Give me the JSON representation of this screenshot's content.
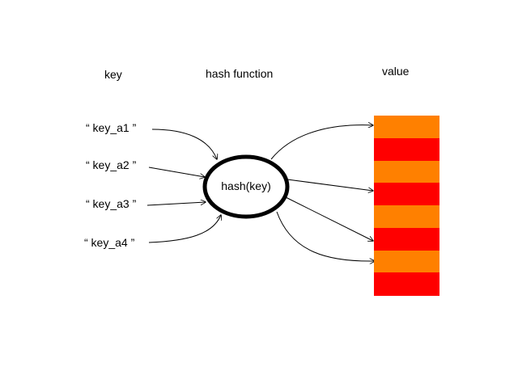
{
  "headers": {
    "key": "key",
    "hash_function": "hash function",
    "value": "value"
  },
  "keys": [
    "“ key_a1 ”",
    "“ key_a2 ”",
    "“ key_a3 ”",
    "“ key_a4 ”"
  ],
  "hash_node": {
    "label": "hash(key)"
  },
  "buckets": {
    "count": 8,
    "colors": [
      "#ff8000",
      "#ff0000"
    ]
  },
  "colors": {
    "line": "#000000",
    "bucket_orange": "#ff8000",
    "bucket_red": "#ff0000"
  }
}
